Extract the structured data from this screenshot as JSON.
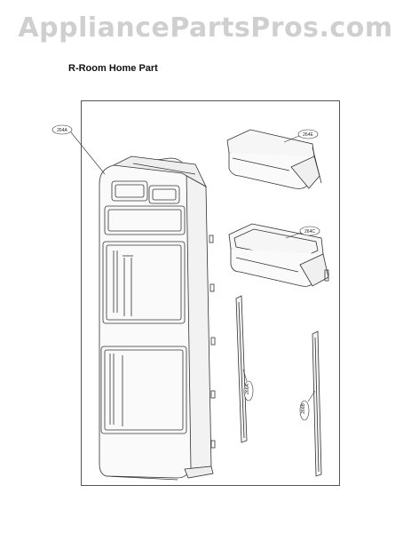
{
  "watermark": "AppliancePartsPros.com",
  "section_title": "R-Room Home Part",
  "callouts": {
    "door_frame": "264A",
    "upper_basket": "264E",
    "lower_basket": "264C",
    "trim_left": "266A",
    "trim_right": "266B"
  }
}
